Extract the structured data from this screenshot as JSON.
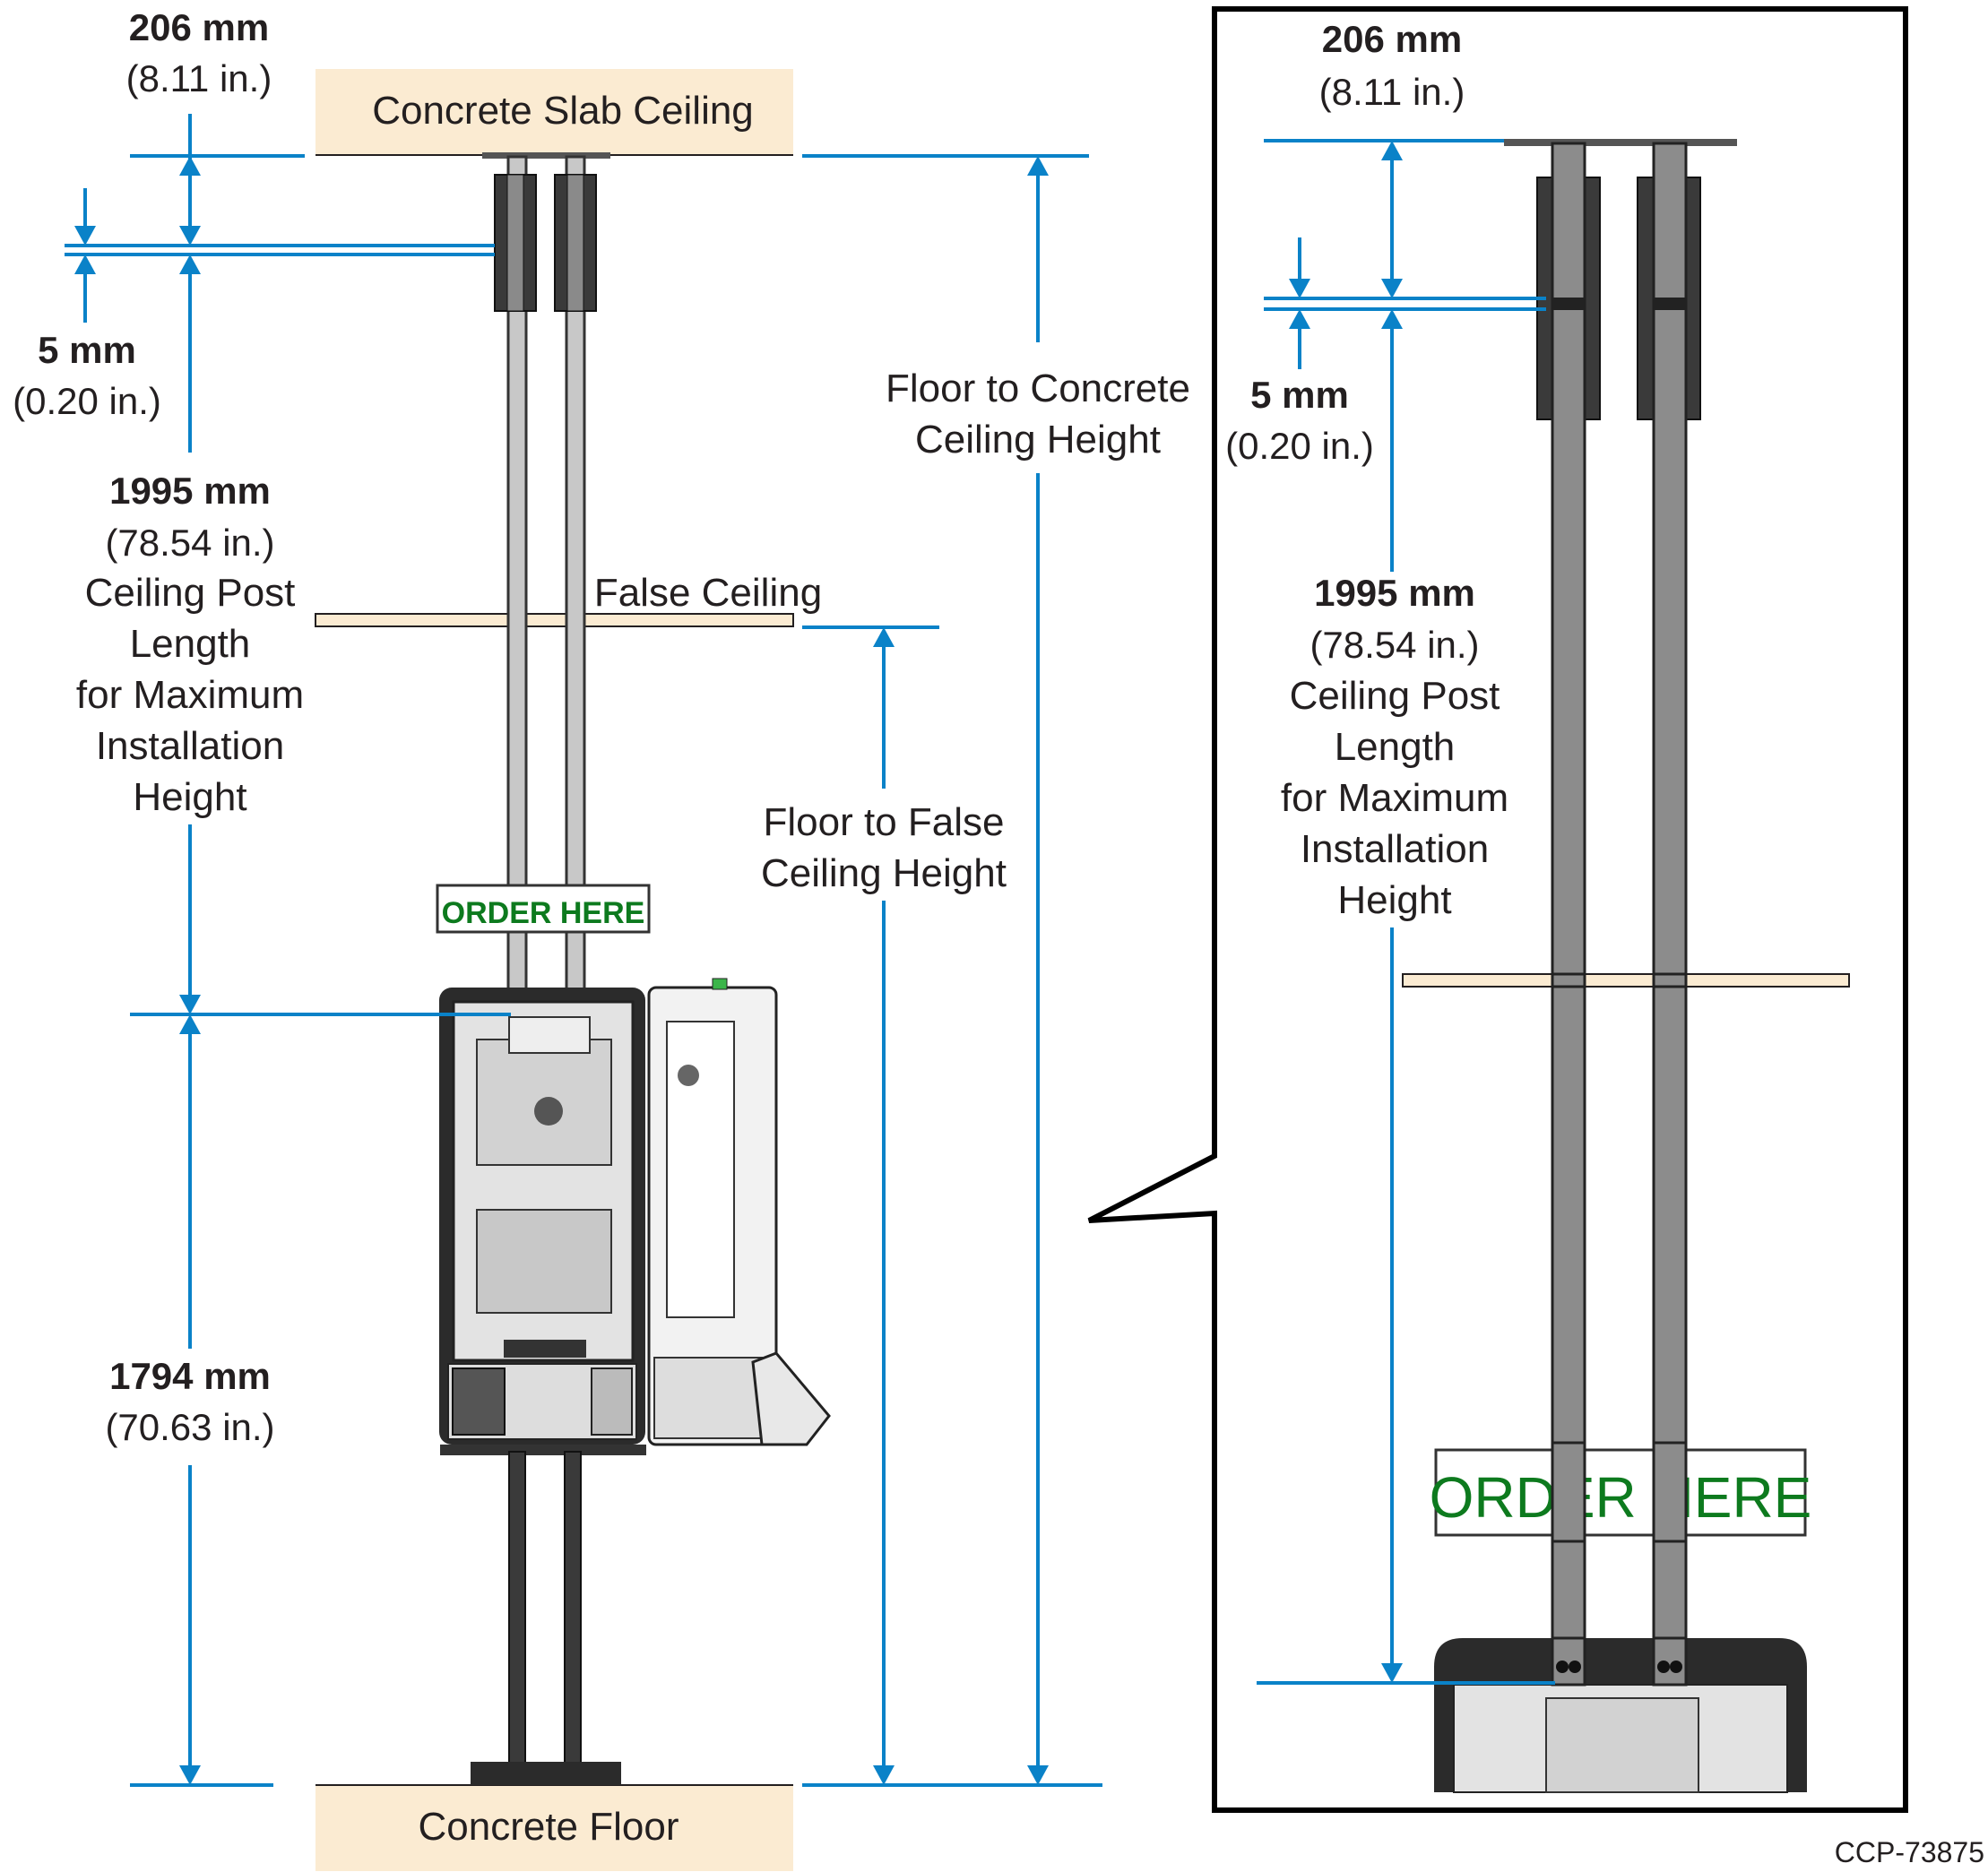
{
  "left": {
    "top_dim": {
      "mm": "206 mm",
      "in": "(8.11 in.)"
    },
    "gap_dim": {
      "mm": "5 mm",
      "in": "(0.20 in.)"
    },
    "post_dim": {
      "mm": "1995 mm",
      "in": "(78.54 in.)",
      "desc": [
        "Ceiling Post",
        "Length",
        "for Maximum",
        "Installation",
        "Height"
      ]
    },
    "kiosk_dim": {
      "mm": "1794 mm",
      "in": "(70.63 in.)"
    },
    "ceiling_label": "Concrete Slab Ceiling",
    "floor_label": "Concrete Floor",
    "false_ceiling_label": "False Ceiling",
    "floor_to_concrete": [
      "Floor to Concrete",
      "Ceiling Height"
    ],
    "floor_to_false": [
      "Floor to False",
      "Ceiling Height"
    ],
    "sign_text": "ORDER  HERE"
  },
  "detail": {
    "top_dim": {
      "mm": "206 mm",
      "in": "(8.11 in.)"
    },
    "gap_dim": {
      "mm": "5 mm",
      "in": "(0.20 in.)"
    },
    "post_dim": {
      "mm": "1995 mm",
      "in": "(78.54 in.)",
      "desc": [
        "Ceiling Post",
        "Length",
        "for Maximum",
        "Installation",
        "Height"
      ]
    },
    "sign_text": "ORDER  HERE"
  },
  "figure_id": "CCP-73875"
}
